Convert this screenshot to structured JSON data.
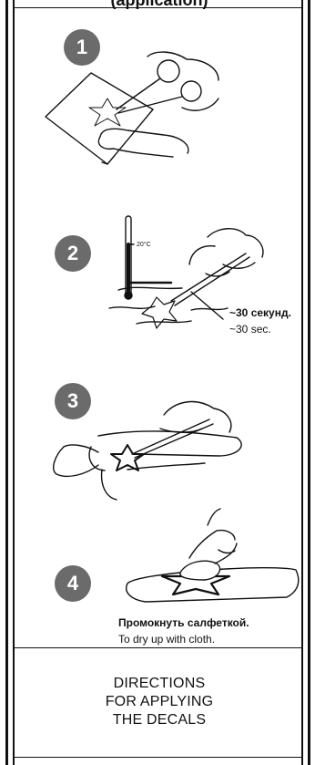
{
  "header": {
    "title_fragment": "(application)"
  },
  "steps": [
    {
      "number": "1"
    },
    {
      "number": "2",
      "temperature": "20°C",
      "caption_ru": "~30 секунд.",
      "caption_en": "~30 sec."
    },
    {
      "number": "3"
    },
    {
      "number": "4",
      "caption_ru": "Промокнуть салфеткой.",
      "caption_en": "To dry up with cloth."
    }
  ],
  "footer": {
    "line1": "DIRECTIONS",
    "line2": "FOR APPLYING",
    "line3": "THE DECALS"
  },
  "colors": {
    "badge": "#6b6b6b",
    "ink": "#111111",
    "background": "#ffffff"
  }
}
